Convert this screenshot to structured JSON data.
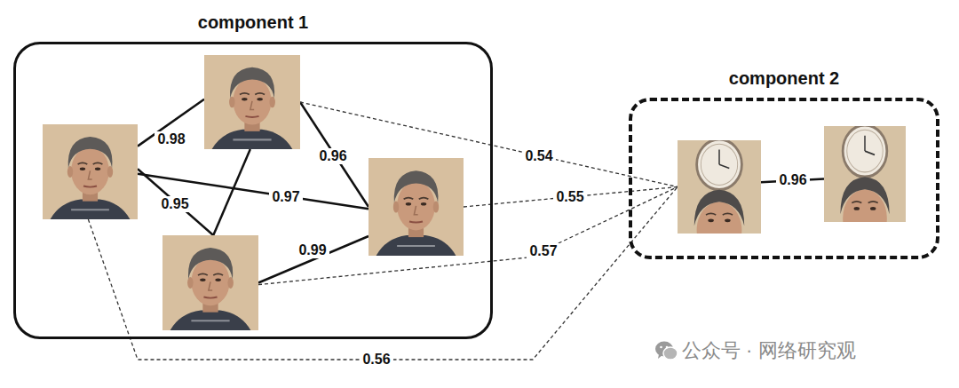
{
  "diagram": {
    "nodes": [
      {
        "text": [
          "component 1"
        ]
      },
      {
        "text": [],
        "in": 0
      },
      {
        "text": [],
        "in": 0
      },
      {
        "text": [],
        "in": 0
      },
      {
        "text": [],
        "in": 0
      },
      {
        "text": [
          "component 2"
        ]
      },
      {
        "text": [],
        "in": 5
      },
      {
        "text": [],
        "in": 5
      }
    ],
    "edges": [
      {
        "from": 1,
        "to": 2,
        "arrow": "none",
        "label": "0.98"
      },
      {
        "from": 1,
        "to": 3,
        "arrow": "none",
        "label": "0.95"
      },
      {
        "from": 1,
        "to": 4,
        "arrow": "none",
        "label": "0.97"
      },
      {
        "from": 2,
        "to": 4,
        "arrow": "none",
        "label": "0.96"
      },
      {
        "from": 2,
        "to": 3,
        "arrow": "none"
      },
      {
        "from": 3,
        "to": 4,
        "arrow": "none",
        "label": "0.99"
      },
      {
        "from": 2,
        "to": 6,
        "arrow": "none",
        "label": "0.54"
      },
      {
        "from": 4,
        "to": 6,
        "arrow": "none",
        "label": "0.55"
      },
      {
        "from": 3,
        "to": 6,
        "arrow": "none",
        "label": "0.57"
      },
      {
        "from": 1,
        "to": 6,
        "arrow": "none",
        "label": "0.56"
      },
      {
        "from": 6,
        "to": 7,
        "arrow": "none",
        "label": "0.96"
      }
    ],
    "labels": [
      "公众号 · 网络研究观"
    ]
  }
}
